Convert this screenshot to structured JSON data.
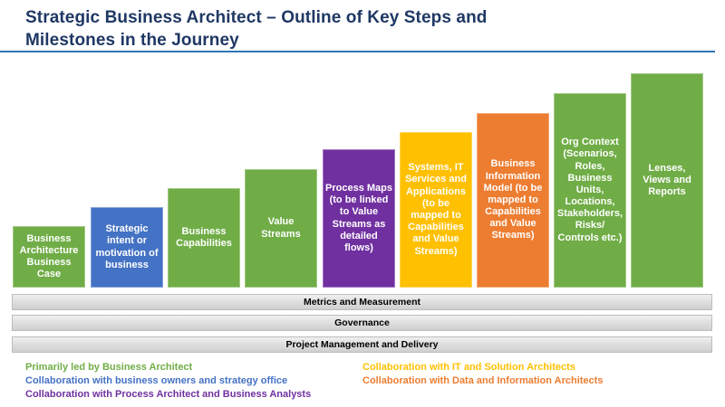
{
  "title": {
    "line1": "Strategic Business Architect – Outline of Key Steps and",
    "line2": "Milestones in the Journey",
    "text_color": "#1F3864",
    "rule_color": "#2E74B5"
  },
  "stairs": {
    "bars": [
      {
        "label": "Business Architecture Business Case",
        "color": "#70AD47"
      },
      {
        "label": "Strategic intent or motivation of business",
        "color": "#4472C4"
      },
      {
        "label": "Business Capabilities",
        "color": "#70AD47"
      },
      {
        "label": "Value Streams",
        "color": "#70AD47"
      },
      {
        "label": "Process Maps (to be linked to Value Streams as detailed flows)",
        "color": "#7030A0"
      },
      {
        "label": "Systems, IT Services and Applications (to be mapped to Capabilities and Value Streams)",
        "color": "#FFC000"
      },
      {
        "label": "Business Information Model (to be mapped to Capabilities and Value Streams)",
        "color": "#ED7D31"
      },
      {
        "label": "Org Context (Scenarios, Roles, Business Units, Locations, Stakeholders, Risks/ Controls etc.)",
        "color": "#70AD47"
      },
      {
        "label": "Lenses, Views and Reports",
        "color": "#70AD47"
      }
    ]
  },
  "foundation_bars": [
    {
      "label": "Metrics and Measurement"
    },
    {
      "label": "Governance"
    },
    {
      "label": "Project Management and Delivery"
    }
  ],
  "legend": {
    "left": [
      {
        "label": "Primarily led by Business Architect",
        "color": "#70AD47"
      },
      {
        "label": "Collaboration with business owners and strategy office",
        "color": "#4472C4"
      },
      {
        "label": "Collaboration with Process Architect and Business Analysts",
        "color": "#7030A0"
      }
    ],
    "right": [
      {
        "label": "Collaboration with IT and Solution Architects",
        "color": "#FFC000"
      },
      {
        "label": "Collaboration with Data and Information Architects",
        "color": "#ED7D31"
      }
    ]
  }
}
